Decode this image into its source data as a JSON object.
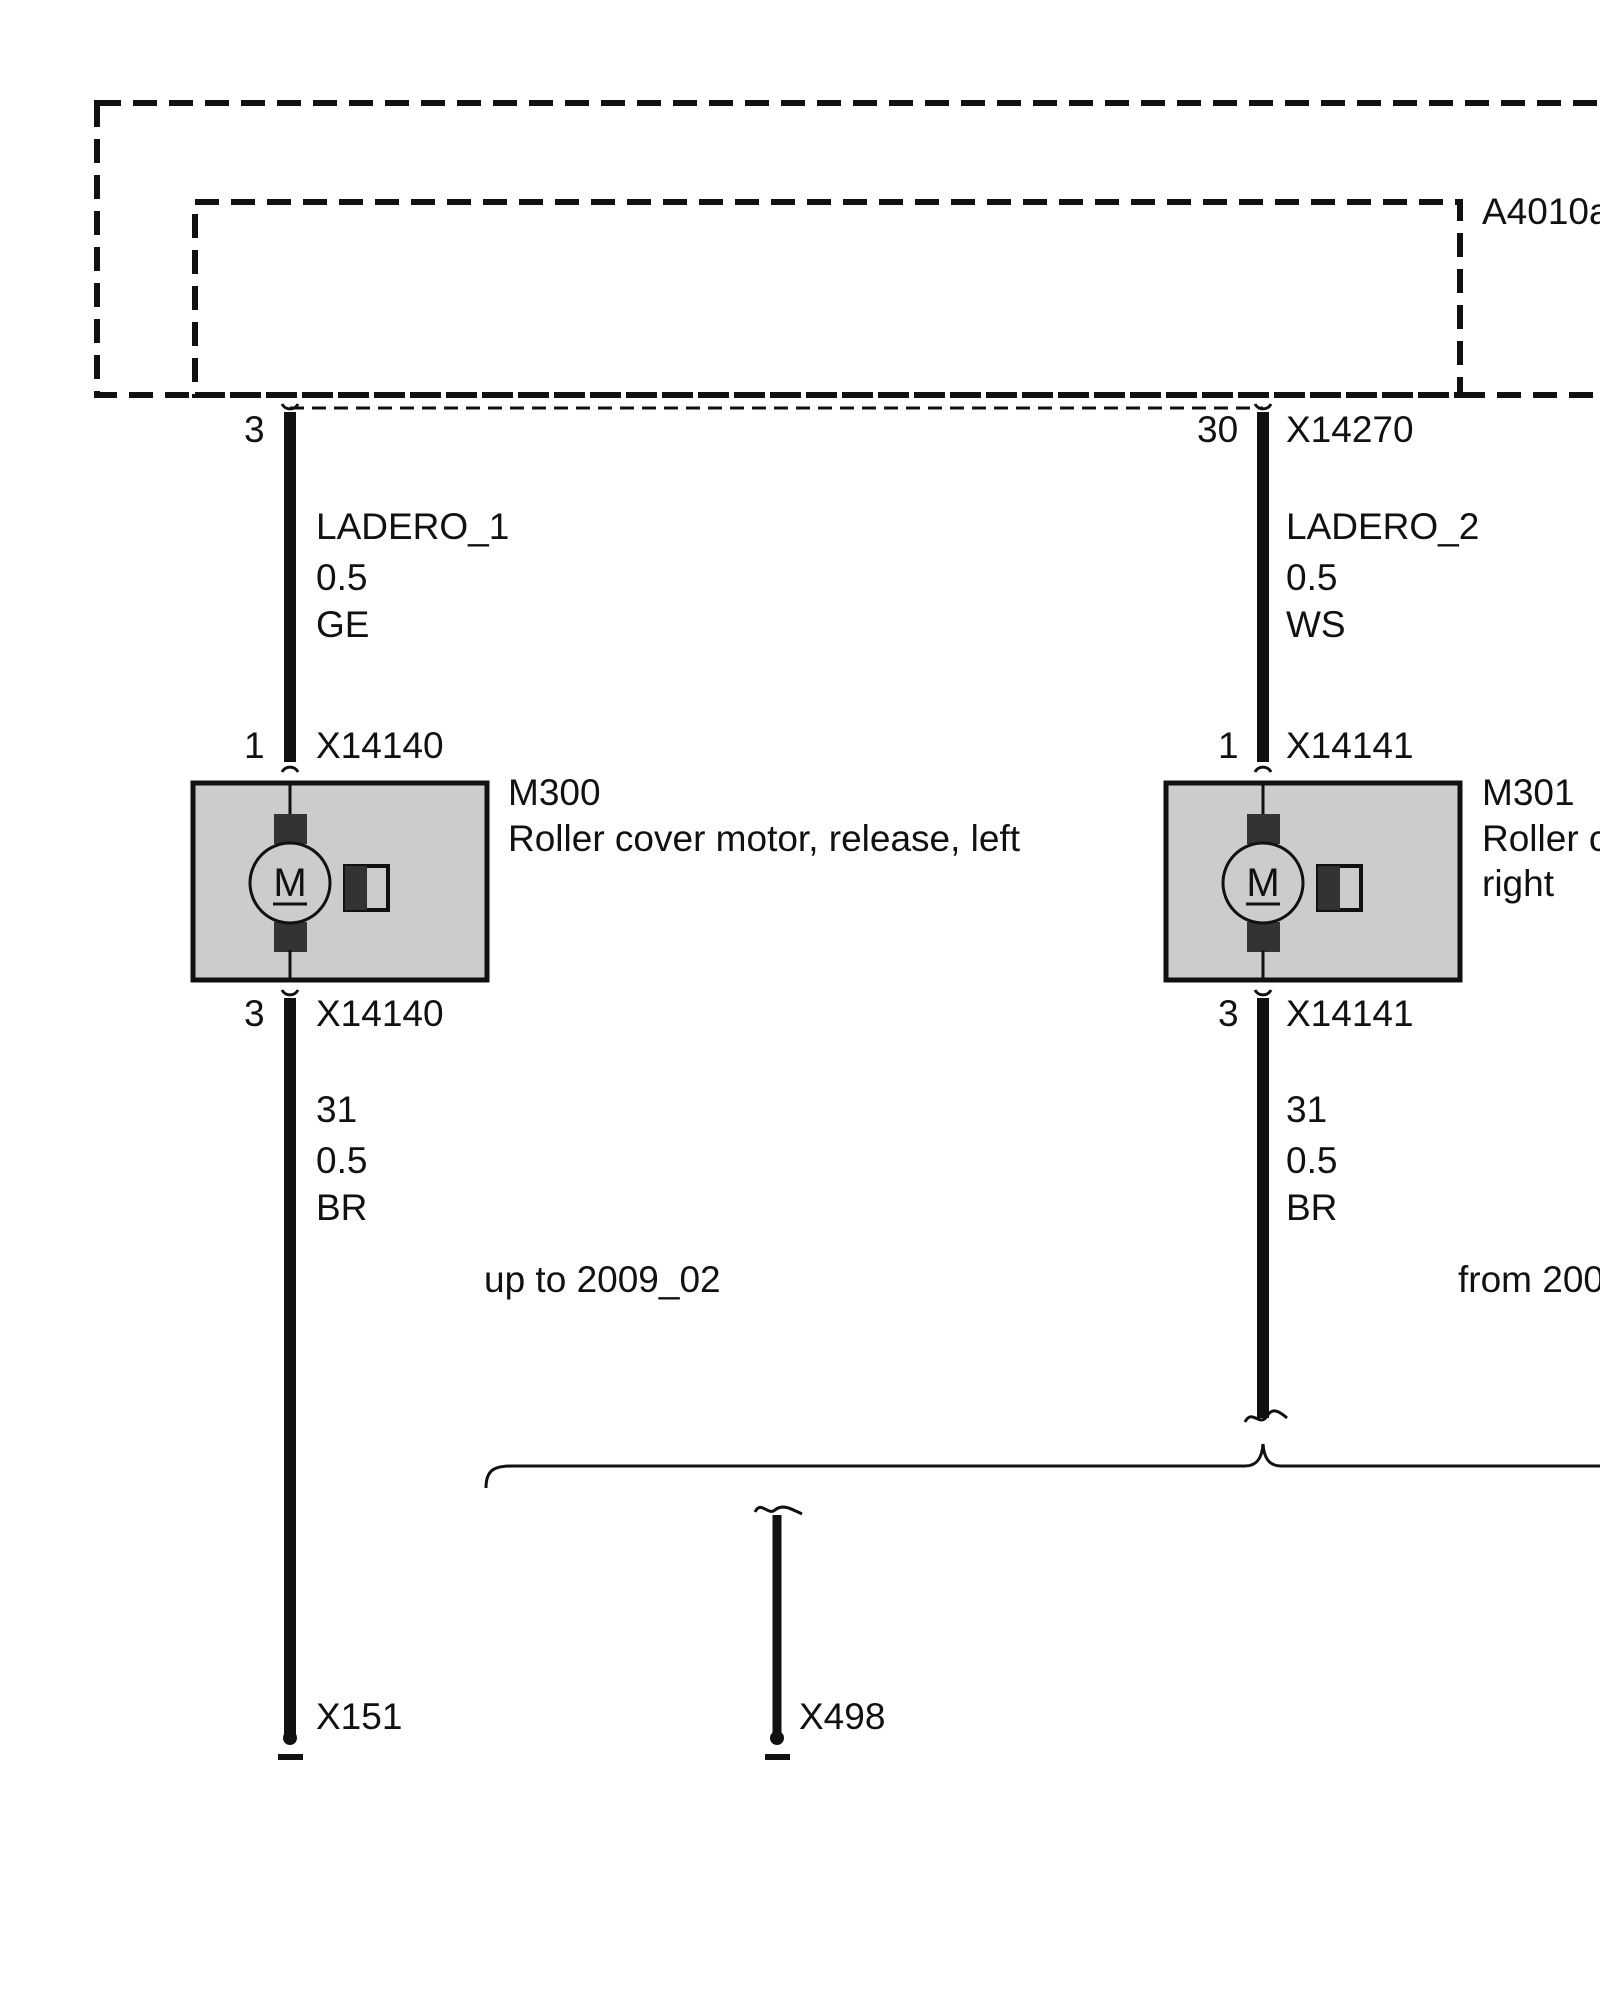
{
  "module": {
    "label": "A4010a"
  },
  "wires": [
    {
      "signal": "LADERO_1",
      "gauge": "0.5",
      "color": "GE"
    },
    {
      "signal": "LADERO_2",
      "gauge": "0.5",
      "color": "WS"
    },
    {
      "signal": "31",
      "gauge": "0.5",
      "color": "BR"
    },
    {
      "signal": "31",
      "gauge": "0.5",
      "color": "BR"
    }
  ],
  "pins": {
    "module_left": "3",
    "module_right": "30",
    "m300_top": "1",
    "m300_bottom": "3",
    "m301_top": "1",
    "m301_bottom": "3"
  },
  "connectors": {
    "module_right": "X14270",
    "m300_top": "X14140",
    "m300_bottom": "X14140",
    "m301_top": "X14141",
    "m301_bottom": "X14141"
  },
  "components": [
    {
      "id": "M300",
      "description": "Roller cover motor, release, left",
      "symbol": "M"
    },
    {
      "id": "M301",
      "description_line1": "Roller c",
      "description_line2": "right",
      "symbol": "M"
    }
  ],
  "variants": {
    "left": "up to 2009_02",
    "right": "from 200"
  },
  "grounds": [
    "X151",
    "X498"
  ],
  "icons": [
    "motor-icon",
    "gear-icon",
    "ground-icon",
    "splice-icon",
    "brace-icon"
  ],
  "colors": {
    "module_fill": "#cccccc",
    "component_fill": "#cccccc",
    "line": "#111111",
    "motor_dark": "#333333"
  }
}
